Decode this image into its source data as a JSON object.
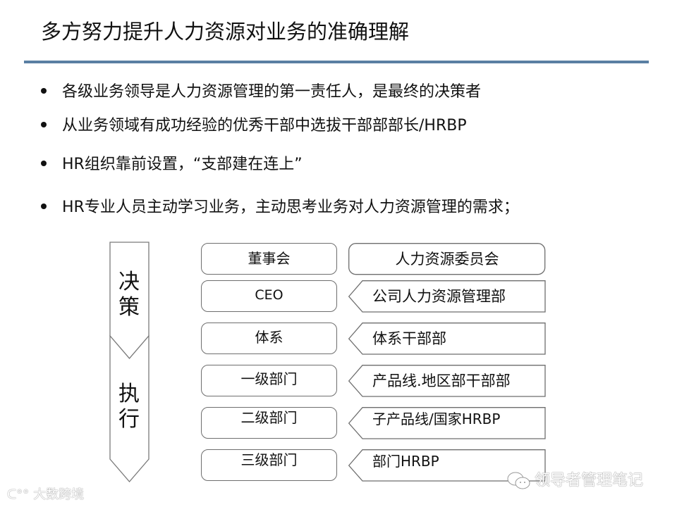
{
  "slide": {
    "title": "多方努力提升人力资源对业务的准确理解",
    "bullets": [
      "各级业务领导是人力资源管理的第一责任人，是最终的决策者",
      "从业务领域有成功经验的优秀干部中选拔干部部部长/HRBP",
      "HR组织靠前设置，“支部建在连上”",
      "HR专业人员主动学习业务，主动思考业务对人力资源管理的需求；"
    ]
  },
  "diagram": {
    "phases": [
      {
        "label_line1": "决",
        "label_line2": "策"
      },
      {
        "label_line1": "执",
        "label_line2": "行"
      }
    ],
    "business_levels": [
      "董事会",
      "CEO",
      "体系",
      "一级部门",
      "二级部门",
      "三级部门"
    ],
    "hr_units": [
      "人力资源委员会",
      "公司人力资源管理部",
      "体系干部部",
      "产品线.地区部干部部",
      "子产品线/国家HRBP",
      "部门HRBP"
    ],
    "colors": {
      "border": "#6e6e6e",
      "rule": "#5a7fa3"
    }
  },
  "watermarks": {
    "left": "大数跨境",
    "right": "领导者管理笔记"
  }
}
